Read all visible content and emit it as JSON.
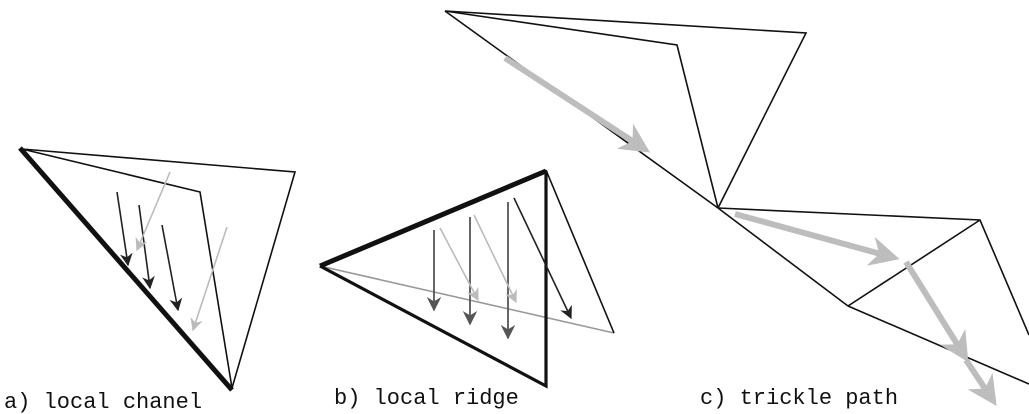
{
  "captions": {
    "a": "a) local chanel",
    "b": "b) local ridge",
    "c": "c) trickle path"
  },
  "colors": {
    "edge": "#111111",
    "dark_arrow": "#222222",
    "mid_arrow": "#555555",
    "light_arrow": "#bbbbbb",
    "path_arrow": "#bdbdbd"
  }
}
